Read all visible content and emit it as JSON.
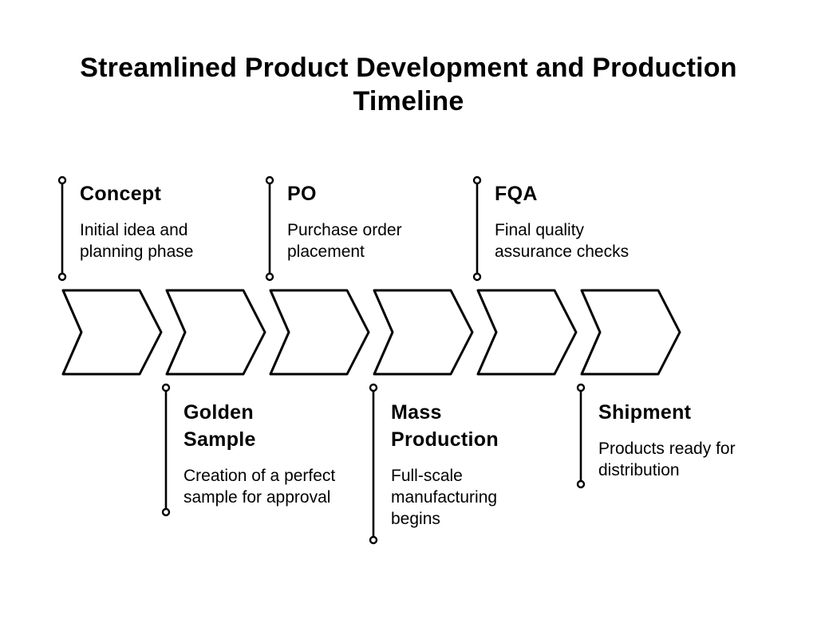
{
  "title": "Streamlined Product Development and Production Timeline",
  "colors": {
    "background": "#ffffff",
    "stroke": "#000000",
    "text": "#000000",
    "shape_fill": "#ffffff"
  },
  "timeline": {
    "direction": "left-to-right",
    "chevron_count": 6
  },
  "stages": [
    {
      "name": "Concept",
      "description": "Initial idea and\nplanning phase",
      "side": "top"
    },
    {
      "name": "Golden\nSample",
      "description": "Creation of a perfect\nsample for approval",
      "side": "bottom"
    },
    {
      "name": "PO",
      "description": "Purchase order\nplacement",
      "side": "top"
    },
    {
      "name": "Mass\nProduction",
      "description": "Full-scale\nmanufacturing\nbegins",
      "side": "bottom"
    },
    {
      "name": "FQA",
      "description": "Final quality\nassurance checks",
      "side": "top"
    },
    {
      "name": "Shipment",
      "description": "Products ready for\ndistribution",
      "side": "bottom"
    }
  ]
}
